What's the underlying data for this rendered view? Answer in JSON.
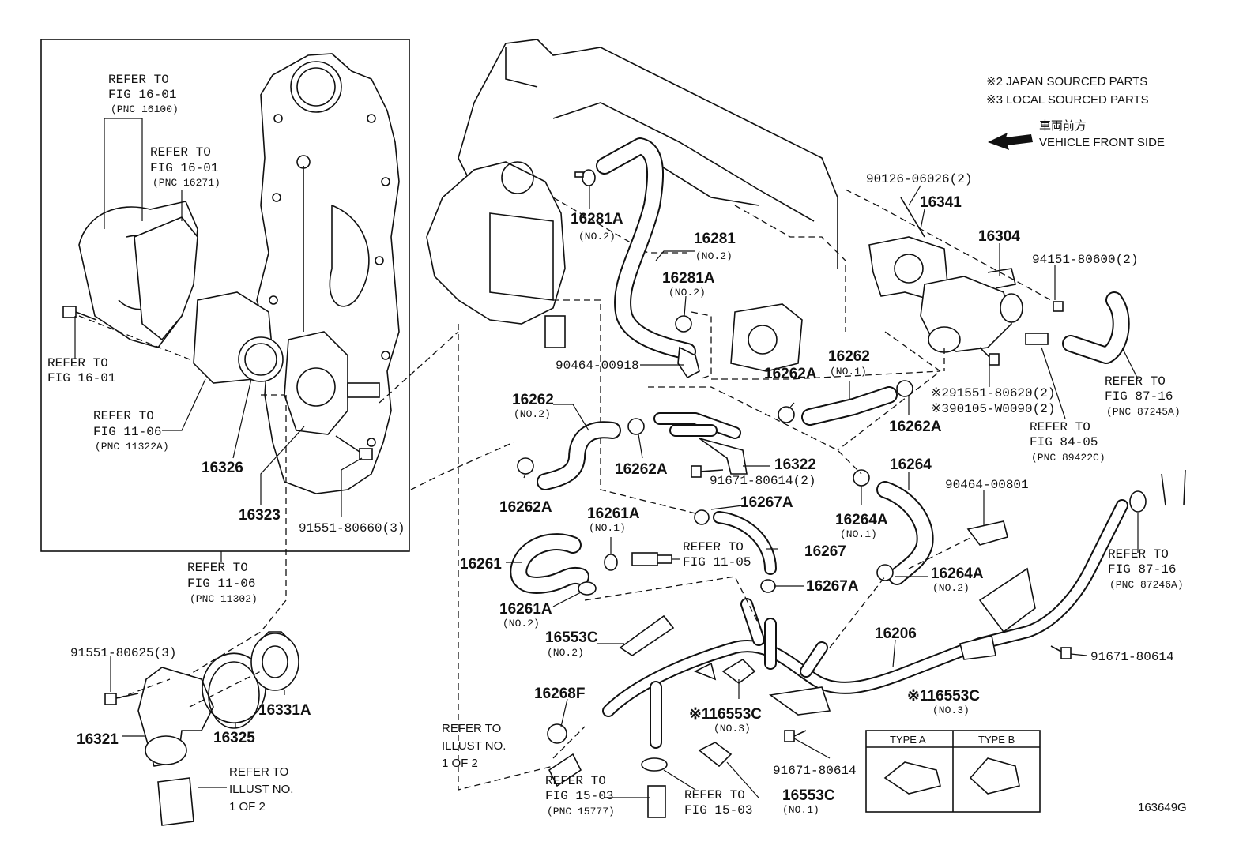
{
  "notes": {
    "note_2": "※2 JAPAN SOURCED PARTS",
    "note_3": "※3 LOCAL SOURCED PARTS",
    "jp_front": "車両前方",
    "vehicle_front": "VEHICLE FRONT SIDE"
  },
  "inset": {
    "ref1": [
      "REFER TO",
      "FIG 16-01",
      "(PNC 16100)"
    ],
    "ref2": [
      "REFER TO",
      "FIG 16-01",
      "(PNC 16271)"
    ],
    "ref3": [
      "REFER TO",
      "FIG 16-01"
    ],
    "ref4": [
      "REFER TO",
      "FIG 11-06",
      "(PNC 11322A)"
    ],
    "p16326": "16326",
    "p16323": "16323",
    "p91551_80660": "91551-80660(3)",
    "below": [
      "REFER TO",
      "FIG 11-06",
      "(PNC 11302)"
    ]
  },
  "parts": {
    "p16281A_top": "16281A",
    "p16281A_top_sub": "(NO.2)",
    "p16281": "16281",
    "p16281_sub": "(NO.2)",
    "p16281A_mid": "16281A",
    "p16281A_mid_sub": "(NO.2)",
    "p90464_00918": "90464-00918",
    "p16262_left": "16262",
    "p16262_left_sub": "(NO.2)",
    "p16262A_a": "16262A",
    "p16262A_b": "16262A",
    "p16262A_c": "16262A",
    "p16262A_d": "16262A",
    "p16262_right": "16262",
    "p16262_right_sub": "(NO.1)",
    "p16322": "16322",
    "p91671_80614_2": "91671-80614(2)",
    "p16264": "16264",
    "p16264A_a": "16264A",
    "p16264A_a_sub": "(NO.1)",
    "p16264A_b": "16264A",
    "p16264A_b_sub": "(NO.2)",
    "p90464_00801": "90464-00801",
    "p16267A_top": "16267A",
    "p16267": "16267",
    "p16267A_bot": "16267A",
    "p16261A_top": "16261A",
    "p16261A_top_sub": "(NO.1)",
    "p16261": "16261",
    "p16261A_bot": "16261A",
    "p16261A_bot_sub": "(NO.2)",
    "ref_fig11_05": [
      "REFER TO",
      "FIG 11-05"
    ],
    "p16553C_a": "16553C",
    "p16553C_a_sub": "(NO.2)",
    "p16206": "16206",
    "p91671_80614_right": "91671-80614",
    "p16553C_mid": "※116553C",
    "p16553C_mid_sub": "(NO.3)",
    "p16553C_box": "※116553C",
    "p16553C_box_sub": "(NO.3)",
    "type_a": "TYPE A",
    "type_b": "TYPE B",
    "p91671_80614_low": "91671-80614",
    "p16553C_low": "16553C",
    "p16553C_low_sub": "(NO.1)",
    "p16268F": "16268F",
    "ref_illust_mid": [
      "REFER TO",
      "ILLUST NO.",
      "1 OF 2"
    ],
    "ref_fig15_03a": [
      "REFER TO",
      "FIG 15-03",
      "(PNC 15777)"
    ],
    "ref_fig15_03b": [
      "REFER TO",
      "FIG 15-03"
    ],
    "p91551_80625": "91551-80625(3)",
    "p16321": "16321",
    "p16325": "16325",
    "p16331A": "16331A",
    "ref_illust_low": [
      "REFER TO",
      "ILLUST NO.",
      "1 OF 2"
    ],
    "p90126_06026": "90126-06026(2)",
    "p16341": "16341",
    "p16304": "16304",
    "p94151_80600": "94151-80600(2)",
    "p91551_80620": "※291551-80620(2)",
    "p90105_W0090": "※390105-W0090(2)",
    "ref_fig84_05": [
      "REFER TO",
      "FIG 84-05",
      "(PNC 89422C)"
    ],
    "ref_fig87_16a": [
      "REFER TO",
      "FIG 87-16",
      "(PNC 87245A)"
    ],
    "ref_fig87_16b": [
      "REFER TO",
      "FIG 87-16",
      "(PNC 87246A)"
    ],
    "illust_id": "163649G"
  }
}
